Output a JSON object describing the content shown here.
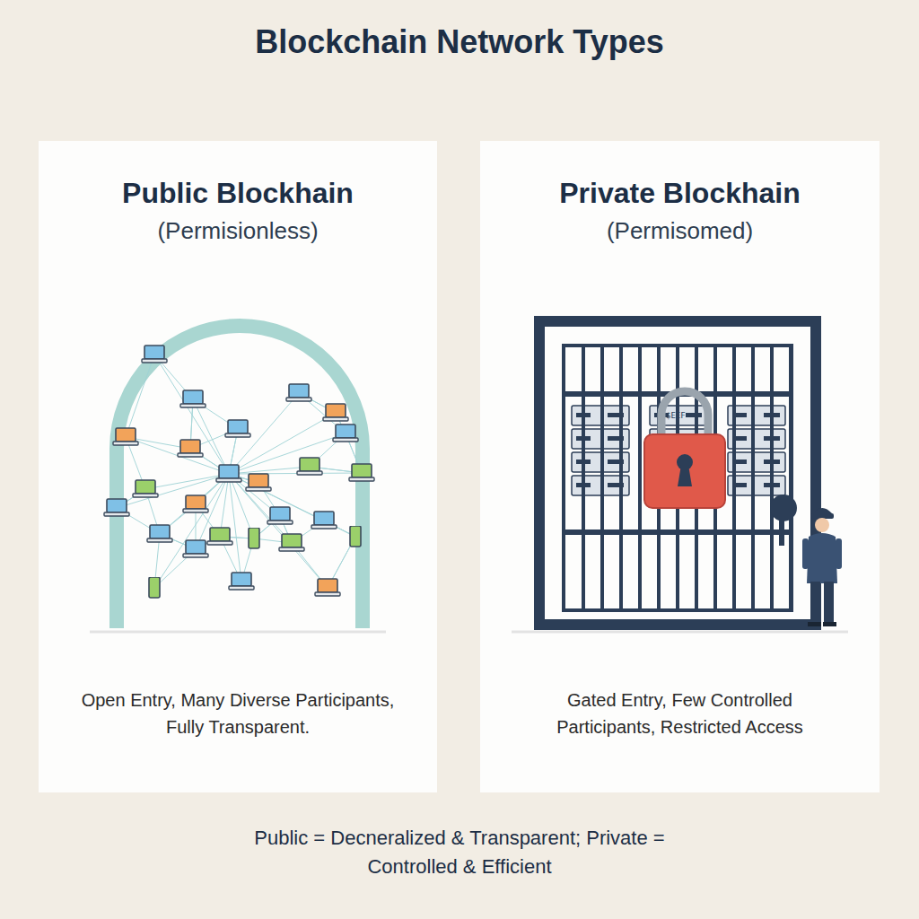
{
  "diagram": {
    "title": "Blockchain Network Types",
    "caption": "Public = Decneralized & Transparent; Private = Controlled & Efficient",
    "nodes": [
      {
        "text": [
          "Public Blockhain",
          "(Permisionless)",
          "Open Entry, Many Diverse Participants, Fully Transparent."
        ]
      },
      {
        "text": [
          "Private Blockhain",
          "(Permisomed)",
          "Gated Entry, Few Controlled Participants, Restricted Access"
        ]
      }
    ],
    "labels": [
      "$EEF"
    ]
  }
}
